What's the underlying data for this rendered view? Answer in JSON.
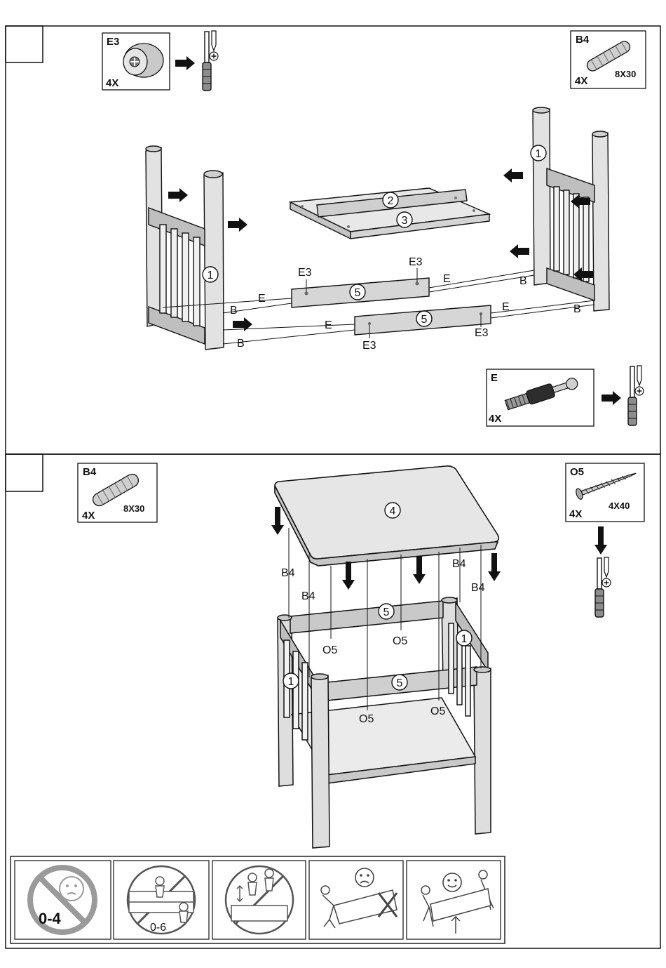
{
  "step1": {
    "parts": {
      "e3": {
        "code": "E3",
        "qty": "4X"
      },
      "b4": {
        "code": "B4",
        "qty": "4X",
        "size": "8X30"
      },
      "e": {
        "code": "E",
        "qty": "4X"
      }
    },
    "numbers": {
      "leg": "1",
      "shelf_a": "2",
      "shelf_b": "3",
      "rail": "5"
    },
    "callouts": {
      "e": "E",
      "b": "B",
      "e3": "E3"
    }
  },
  "step2": {
    "parts": {
      "b4": {
        "code": "B4",
        "qty": "4X",
        "size": "8X30"
      },
      "o5": {
        "code": "O5",
        "qty": "4X",
        "size": "4X40"
      }
    },
    "numbers": {
      "top": "4",
      "rail": "5",
      "leg": "1"
    },
    "callouts": {
      "b4": "B4",
      "o5": "O5"
    }
  },
  "warnings": {
    "age_limit": "0-4",
    "age_range": "0-6"
  },
  "colors": {
    "line": "#222222",
    "part_fill": "#d9d9d9",
    "part_dark": "#b5b5b5",
    "warn_gray": "#9a9a9a"
  }
}
